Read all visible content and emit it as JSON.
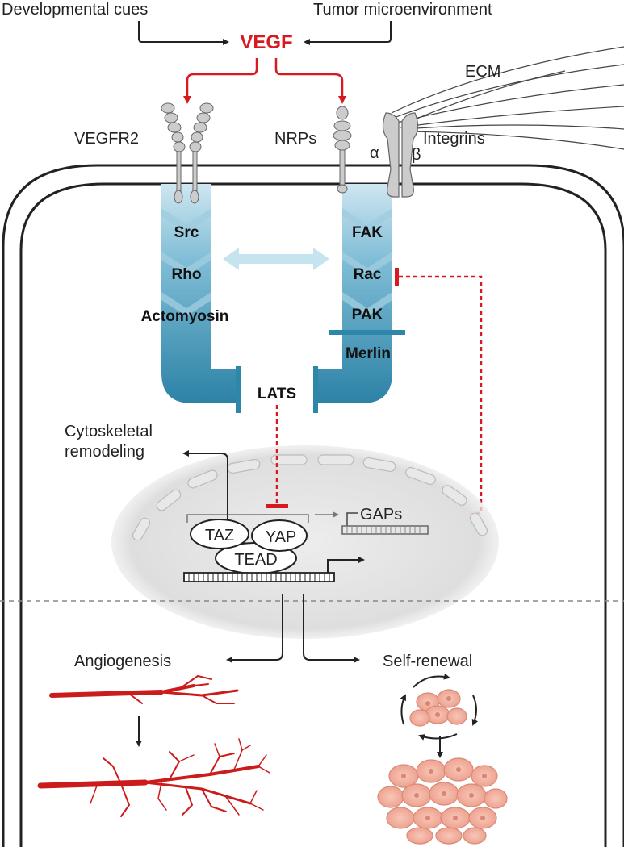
{
  "inputs": {
    "developmental": "Developmental cues",
    "tumor": "Tumor microenvironment"
  },
  "ligand": "VEGF",
  "receptors": {
    "vegfr2": "VEGFR2",
    "nrps": "NRPs",
    "integrins": "Integrins",
    "ecm": "ECM",
    "alpha": "α",
    "beta": "β"
  },
  "left_pathway": [
    "Src",
    "Rho",
    "Actomyosin"
  ],
  "right_pathway": [
    "FAK",
    "Rac",
    "PAK",
    "Merlin"
  ],
  "kinase": "LATS",
  "nucleus": {
    "taz": "TAZ",
    "yap": "YAP",
    "tead": "TEAD",
    "gaps": "GAPs",
    "cytoskeletal_line1": "Cytoskeletal",
    "cytoskeletal_line2": "remodeling"
  },
  "outputs": {
    "angiogenesis": "Angiogenesis",
    "self_renewal": "Self-renewal"
  },
  "colors": {
    "pathway_blue": "#2e86a8",
    "vegf_red": "#d71920",
    "vessel_red": "#cc1b1b",
    "cell_pink": "#f2a898"
  }
}
